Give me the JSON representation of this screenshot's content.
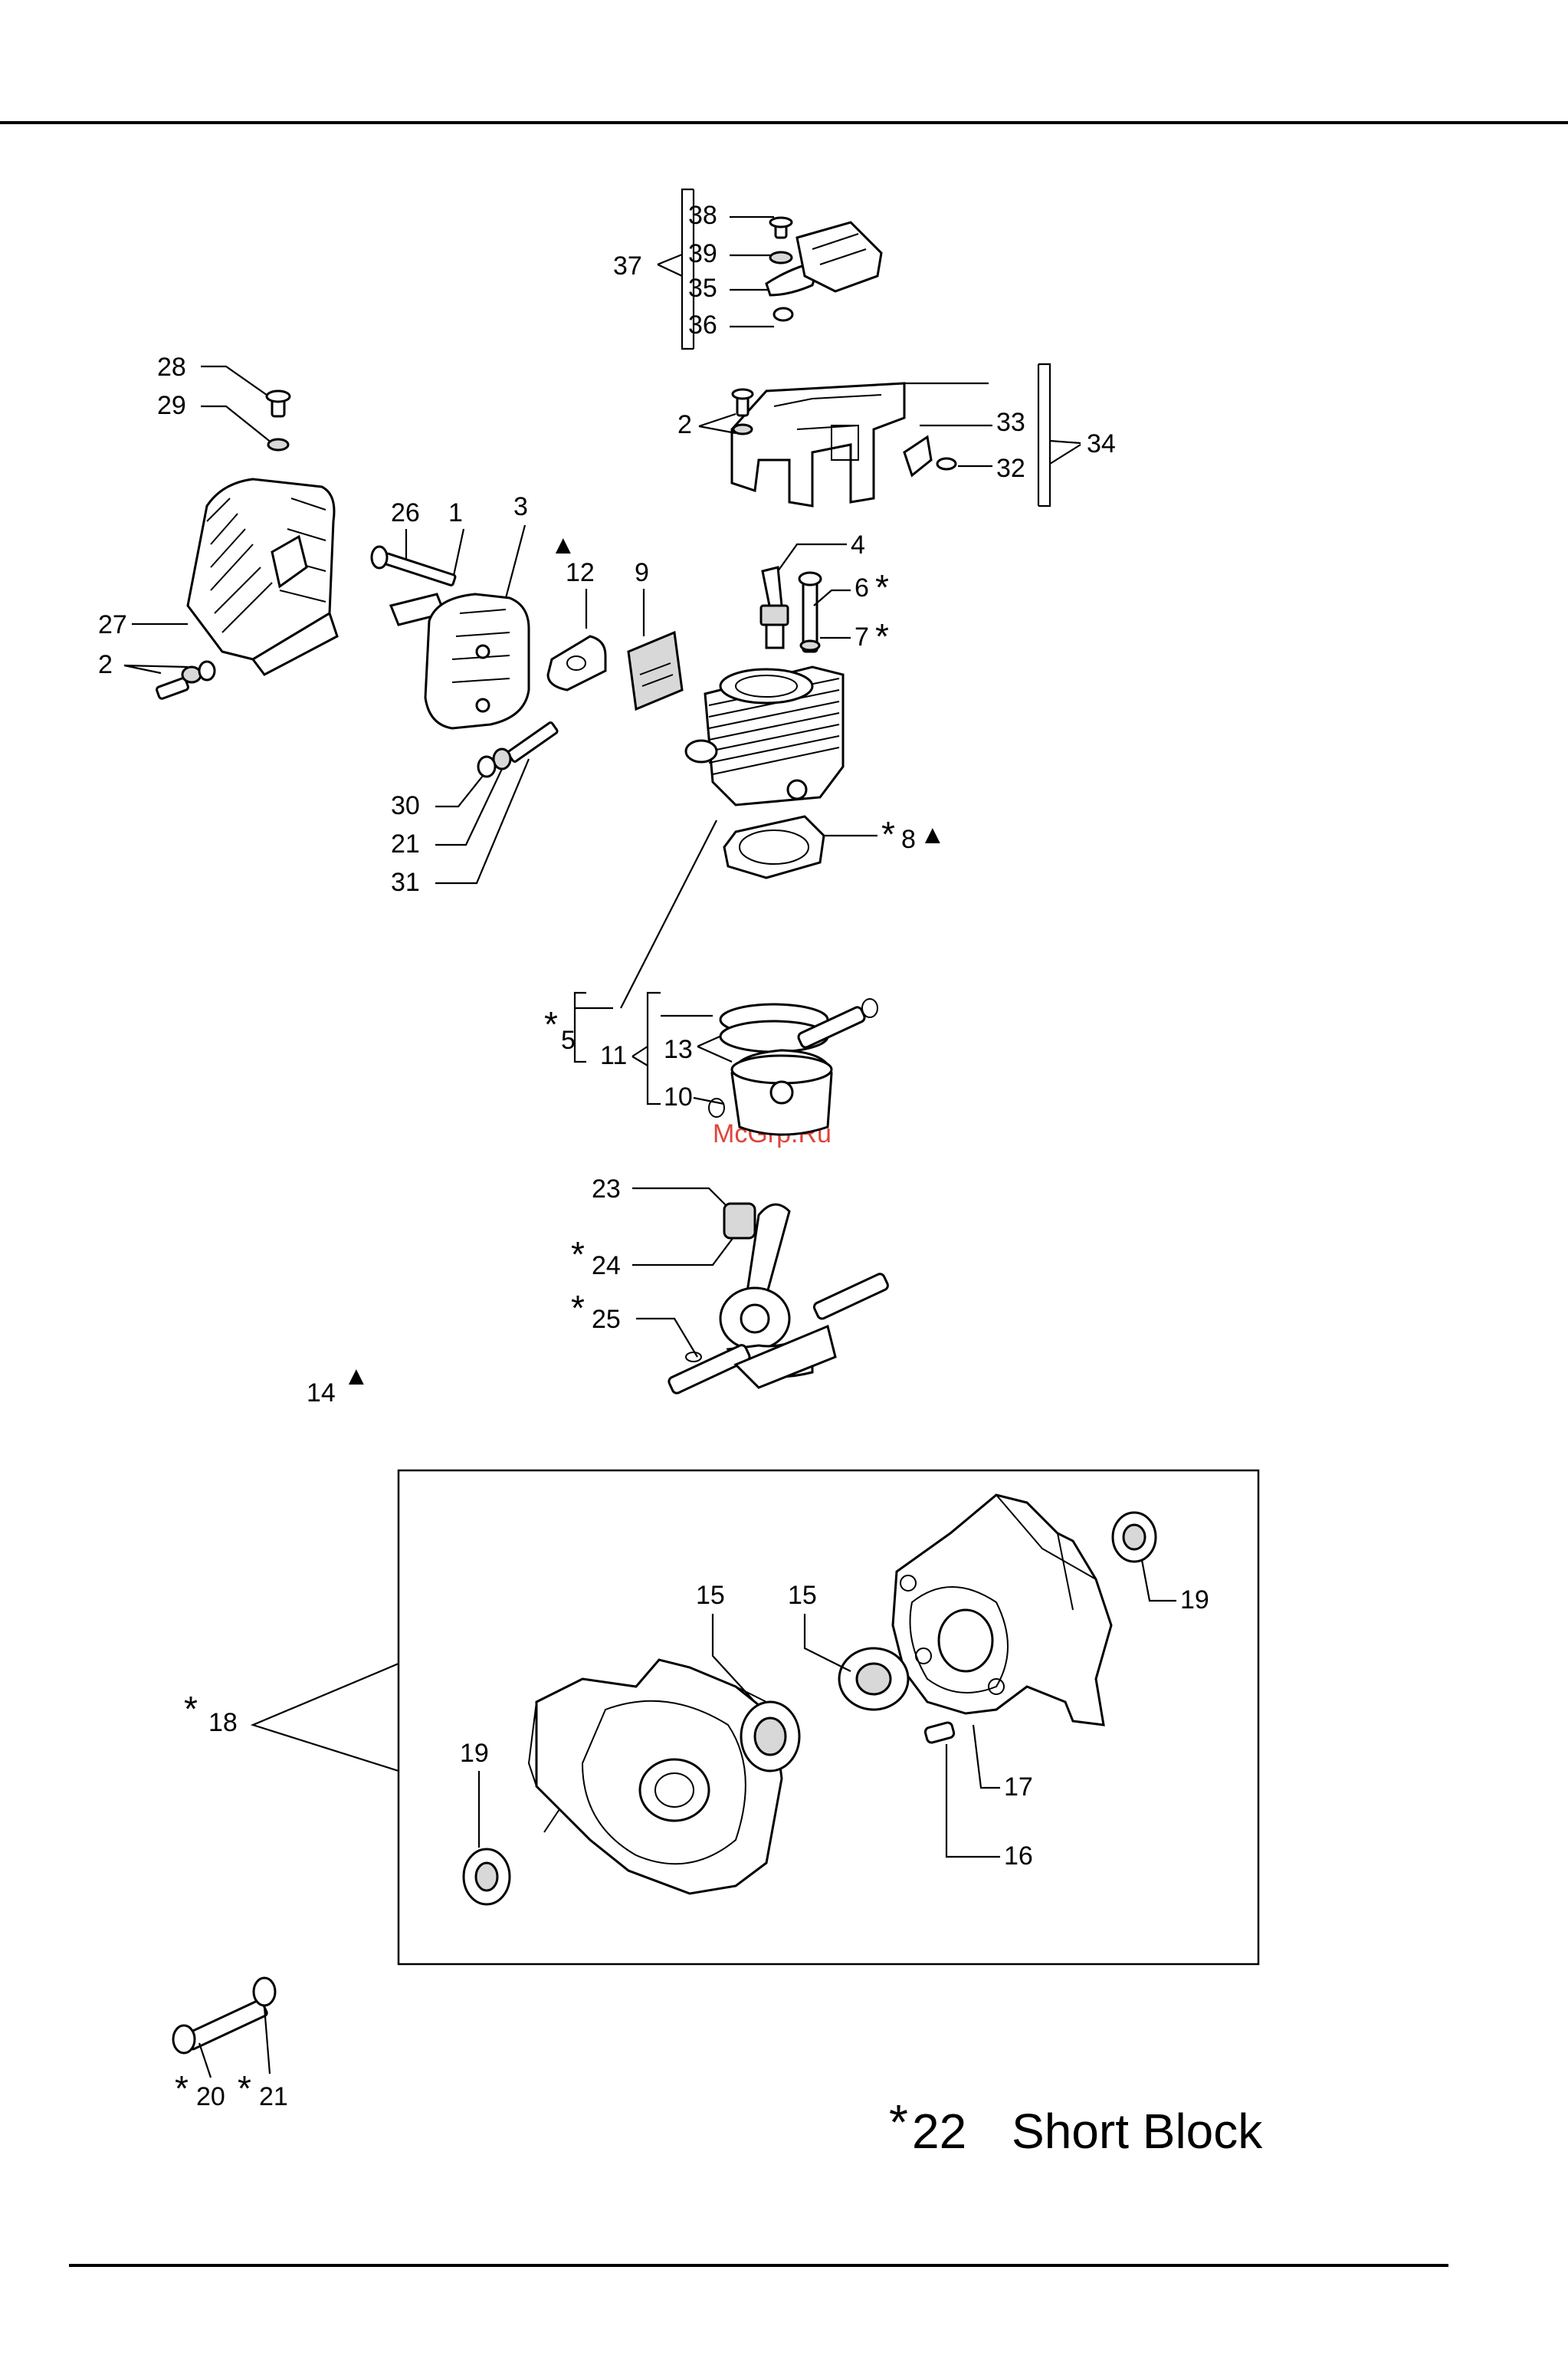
{
  "watermark": "McGrp.Ru",
  "title": {
    "star": "*",
    "number": "22",
    "text": "Short Block"
  },
  "labels": {
    "l38": "38",
    "l39": "39",
    "l35": "35",
    "l36": "36",
    "l37": "37",
    "l28": "28",
    "l29": "29",
    "l2a": "2",
    "l33": "33",
    "l34": "34",
    "l32": "32",
    "l26": "26",
    "l1": "1",
    "l3": "3",
    "l12": "12",
    "l9": "9",
    "l4": "4",
    "l6": "6",
    "l7": "7",
    "l27": "27",
    "l2b": "2",
    "l8": "8",
    "l30": "30",
    "l21a": "21",
    "l31": "31",
    "l5": "5",
    "l11": "11",
    "l13": "13",
    "l10": "10",
    "l23": "23",
    "l24": "24",
    "l25": "25",
    "l14": "14",
    "l15a": "15",
    "l15b": "15",
    "l19a": "19",
    "l19b": "19",
    "l17": "17",
    "l16": "16",
    "l18": "18",
    "l20": "20",
    "l21b": "21"
  },
  "symbols": {
    "star": "*",
    "triangle": "▲"
  }
}
